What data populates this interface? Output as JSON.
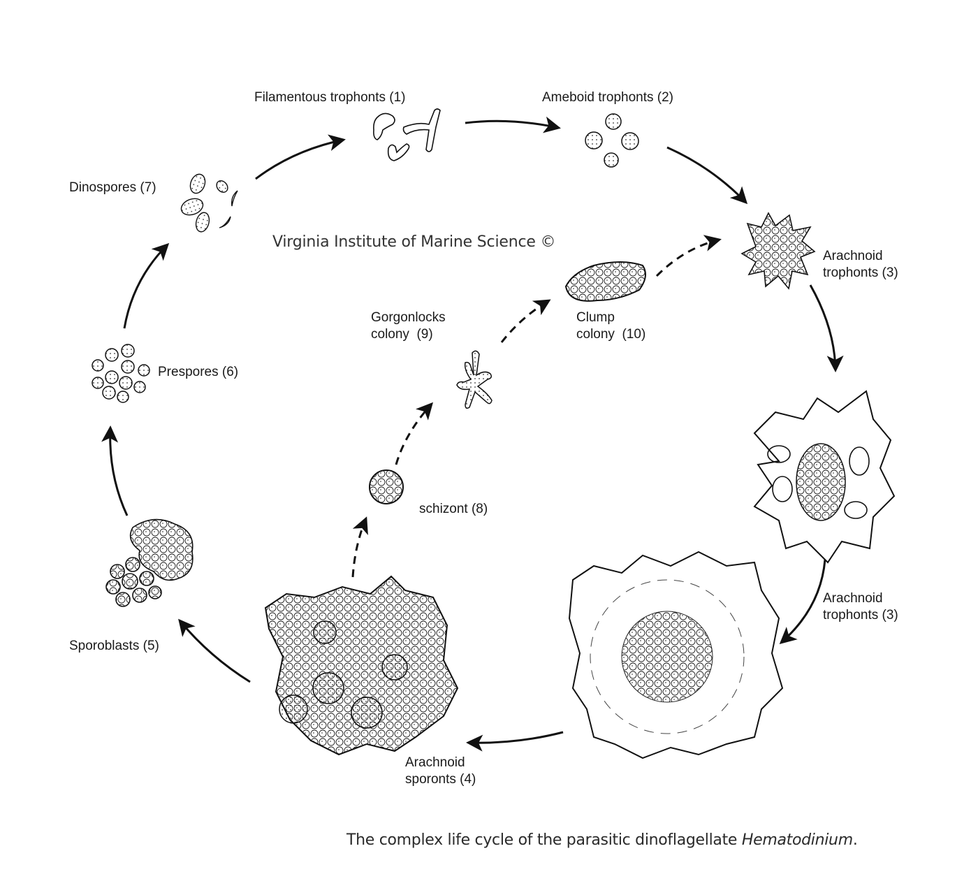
{
  "diagram": {
    "title": "Hematodinium life cycle",
    "watermark": "Virginia Institute of Marine Science ©",
    "caption": {
      "prefix": "The complex life cycle of the parasitic dinoflagellate ",
      "italic": "Hematodinium",
      "suffix": "."
    },
    "stages": [
      {
        "id": 1,
        "label": "Filamentous trophonts (1)"
      },
      {
        "id": 2,
        "label": "Ameboid trophonts (2)"
      },
      {
        "id": 3,
        "label_line1": "Arachnoid",
        "label_line2": "trophonts (3)"
      },
      {
        "id": "3b",
        "label_line1": "Arachnoid",
        "label_line2": "trophonts (3)"
      },
      {
        "id": 4,
        "label_line1": "Arachnoid",
        "label_line2": "sporonts (4)"
      },
      {
        "id": 5,
        "label": "Sporoblasts (5)"
      },
      {
        "id": 6,
        "label": "Prespores (6)"
      },
      {
        "id": 7,
        "label": "Dinospores (7)"
      },
      {
        "id": 8,
        "label": "schizont (8)"
      },
      {
        "id": 9,
        "label_line1": "Gorgonlocks",
        "label_line2": "colony  (9)"
      },
      {
        "id": 10,
        "label_line1": "Clump",
        "label_line2": "colony  (10)"
      }
    ],
    "main_cycle": [
      "1",
      "2",
      "3",
      "3 (large)",
      "3 (mature)",
      "4",
      "5",
      "6",
      "7",
      "1"
    ],
    "alternate_path_dashed": [
      "4",
      "8",
      "9",
      "10",
      "3"
    ]
  }
}
